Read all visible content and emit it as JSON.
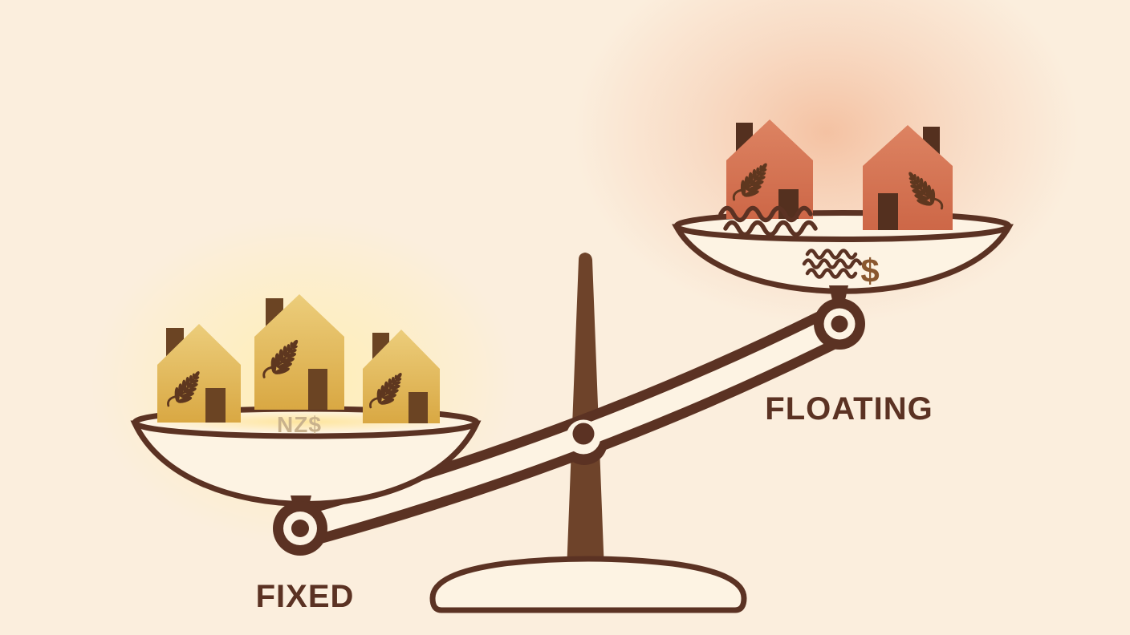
{
  "illustration": {
    "name": "fixed-vs-floating-home-loan-balance-scale",
    "labels": {
      "fixed": "FIXED",
      "floating": "FLOATING",
      "nz_currency": "NZ$",
      "dollar": "$"
    },
    "left_pan": {
      "label": "FIXED",
      "house_count": 3,
      "position": "lower-heavier",
      "house_color_name": "gold",
      "motifs": [
        "fern-leaf"
      ],
      "currency_text": "NZ$"
    },
    "right_pan": {
      "label": "FLOATING",
      "house_count": 2,
      "position": "raised-lighter",
      "house_color_name": "terracotta",
      "motifs": [
        "fern-leaf",
        "water-waves"
      ],
      "currency_text": "$"
    },
    "colors": {
      "bg": "#fbeedd",
      "ink": "#5b3223",
      "cream": "#fdf3e3",
      "post": "#6e432a",
      "wood": "#6b4423",
      "wood-dark": "#54301f",
      "fern": "#5e371f",
      "tan": "#c9b28d",
      "dollar": "#8a572e",
      "gold-light": "#eccd7b",
      "gold-dark": "#d9a843",
      "orange-light": "#dd8362",
      "orange-dark": "#cd6747",
      "glow-yellow": "#ffeeb4",
      "glow-red": "#f3ba98"
    }
  }
}
